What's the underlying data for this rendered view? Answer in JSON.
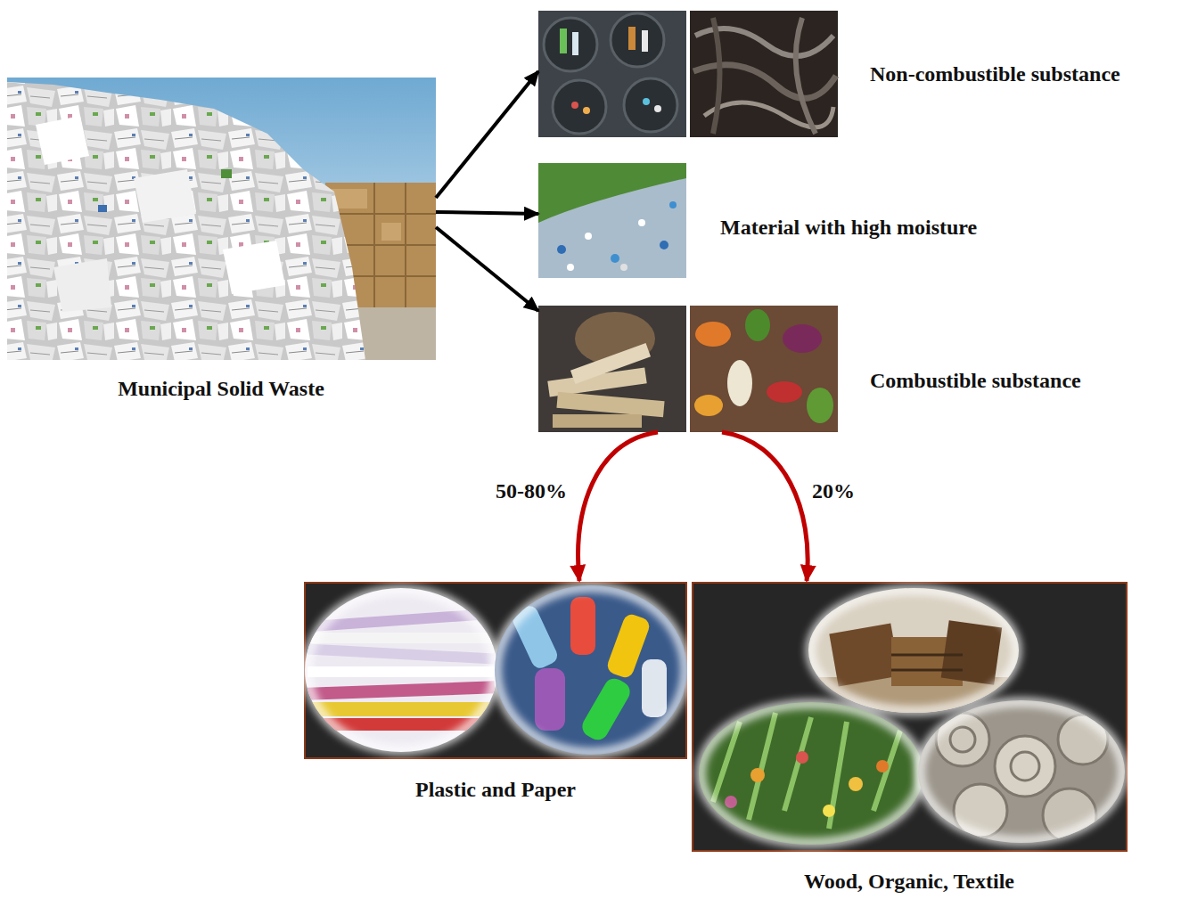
{
  "diagram": {
    "nodes": [
      {
        "text": [
          "Municipal Solid Waste"
        ]
      },
      {
        "text": [
          "Non-combustible substance"
        ]
      },
      {
        "text": [
          "Material with high moisture"
        ]
      },
      {
        "text": [
          "Combustible substance"
        ]
      },
      {
        "text": [
          "Plastic and Paper"
        ]
      },
      {
        "text": [
          "Wood, Organic, Textile"
        ]
      }
    ],
    "edges": [
      {
        "from": 0,
        "to": 1,
        "arrow": "to"
      },
      {
        "from": 0,
        "to": 2,
        "arrow": "to"
      },
      {
        "from": 0,
        "to": 3,
        "arrow": "to"
      },
      {
        "from": 3,
        "to": 4,
        "label": "50-80%",
        "arrow": "to"
      },
      {
        "from": 3,
        "to": 5,
        "label": "20%",
        "arrow": "to"
      }
    ]
  }
}
